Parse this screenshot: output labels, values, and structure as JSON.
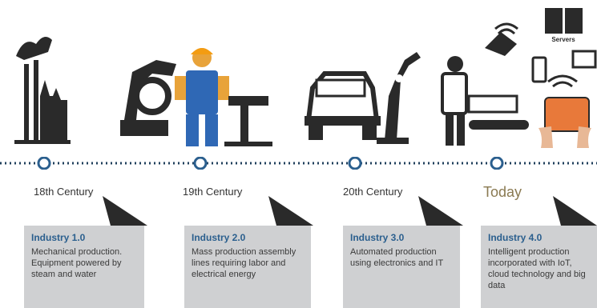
{
  "illustrations": {
    "servers_label": "Servers",
    "icons": [
      "factory-icon",
      "robot-arm-worker-icon",
      "car-assembly-robot-icon",
      "smart-factory-iot-icon"
    ]
  },
  "eras": [
    {
      "label": "18th Century",
      "title": "Industry 1.0",
      "description": "Mechanical production. Equipment powered by steam and water"
    },
    {
      "label": "19th Century",
      "title": "Industry 2.0",
      "description": "Mass production assembly lines requiring labor and electrical energy"
    },
    {
      "label": "20th Century",
      "title": "Industry 3.0",
      "description": "Automated production using electronics and IT"
    },
    {
      "label": "Today",
      "title": "Industry 4.0",
      "description": "Intelligent production incorporated with IoT, cloud technology and big data"
    }
  ],
  "colors": {
    "accent": "#2b5f8e",
    "card": "#cfd0d2",
    "today": "#8a7a52",
    "timeline": "#1f3f5c"
  }
}
